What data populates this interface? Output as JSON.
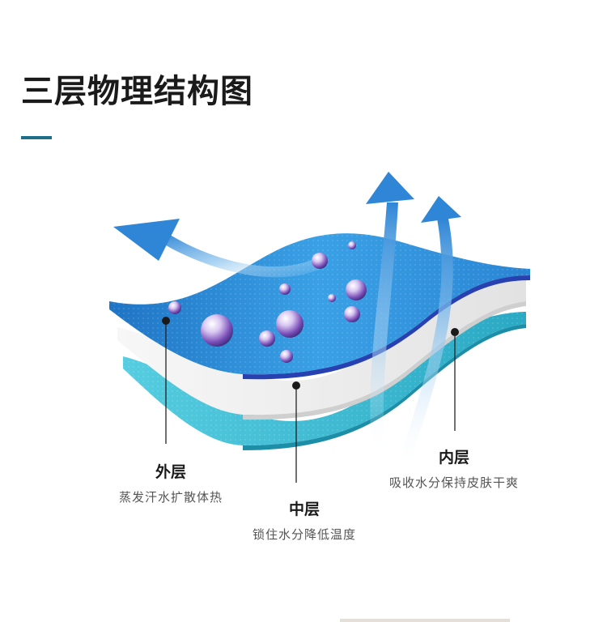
{
  "header": {
    "title": "三层物理结构图"
  },
  "labels": {
    "outer": {
      "title": "外层",
      "desc": "蒸发汗水扩散体热"
    },
    "middle": {
      "title": "中层",
      "desc": "锁住水分降低温度"
    },
    "inner": {
      "title": "内层",
      "desc": "吸收水分保持皮肤干爽"
    }
  },
  "colors": {
    "accent": "#1c6f86",
    "outer_layer": "#2f8fd6",
    "middle_layer": "#efefef",
    "inner_layer": "#3fb9cf",
    "arrow": "#3a8fd8"
  }
}
